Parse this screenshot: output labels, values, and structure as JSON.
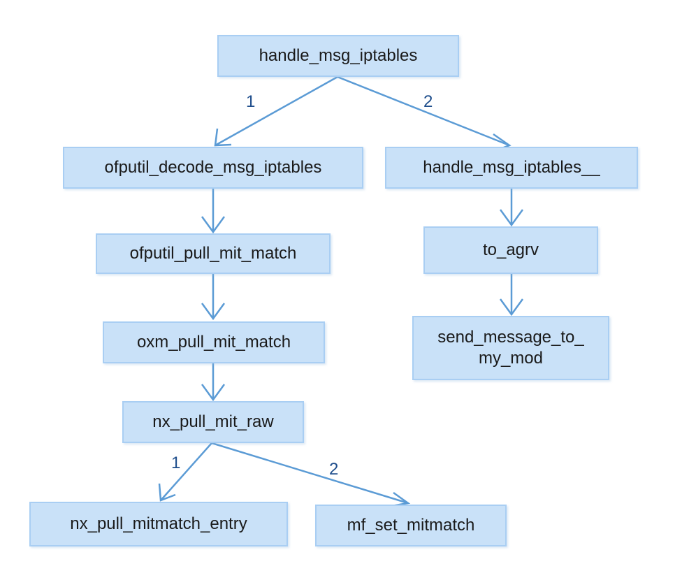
{
  "diagram": {
    "nodes": [
      {
        "id": "handle_msg_iptables",
        "label": "handle_msg_iptables"
      },
      {
        "id": "ofputil_decode_msg_iptables",
        "label": "ofputil_decode_msg_iptables"
      },
      {
        "id": "handle_msg_iptables__",
        "label": "handle_msg_iptables__"
      },
      {
        "id": "ofputil_pull_mit_match",
        "label": "ofputil_pull_mit_match"
      },
      {
        "id": "to_agrv",
        "label": "to_agrv"
      },
      {
        "id": "oxm_pull_mit_match",
        "label": "oxm_pull_mit_match"
      },
      {
        "id": "send_message_to_my_mod",
        "label": "send_message_to_\nmy_mod"
      },
      {
        "id": "nx_pull_mit_raw",
        "label": "nx_pull_mit_raw"
      },
      {
        "id": "nx_pull_mitmatch_entry",
        "label": "nx_pull_mitmatch_entry"
      },
      {
        "id": "mf_set_mitmatch",
        "label": "mf_set_mitmatch"
      }
    ],
    "edges": [
      {
        "from": "handle_msg_iptables",
        "to": "ofputil_decode_msg_iptables",
        "label": "1"
      },
      {
        "from": "handle_msg_iptables",
        "to": "handle_msg_iptables__",
        "label": "2"
      },
      {
        "from": "ofputil_decode_msg_iptables",
        "to": "ofputil_pull_mit_match",
        "label": ""
      },
      {
        "from": "ofputil_pull_mit_match",
        "to": "oxm_pull_mit_match",
        "label": ""
      },
      {
        "from": "oxm_pull_mit_match",
        "to": "nx_pull_mit_raw",
        "label": ""
      },
      {
        "from": "nx_pull_mit_raw",
        "to": "nx_pull_mitmatch_entry",
        "label": "1"
      },
      {
        "from": "nx_pull_mit_raw",
        "to": "mf_set_mitmatch",
        "label": "2"
      },
      {
        "from": "handle_msg_iptables__",
        "to": "to_agrv",
        "label": ""
      },
      {
        "from": "to_agrv",
        "to": "send_message_to_my_mod",
        "label": ""
      }
    ],
    "colors": {
      "node_fill": "#c9e1f8",
      "node_border": "#a9cef3",
      "arrow": "#5b9bd5",
      "edge_label": "#1f4e8c"
    }
  }
}
